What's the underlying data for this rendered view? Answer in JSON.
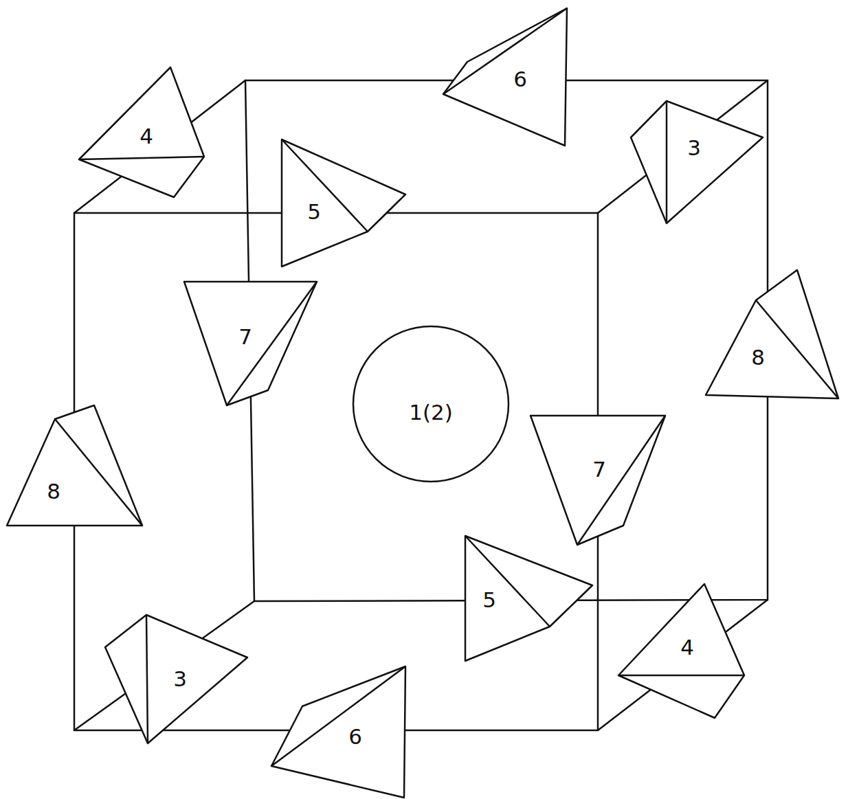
{
  "diagram": {
    "nodes": [
      {
        "text": [
          "6"
        ]
      },
      {
        "text": [
          "4"
        ]
      },
      {
        "text": [
          "3"
        ]
      },
      {
        "text": [
          "5"
        ]
      },
      {
        "text": [
          "7"
        ]
      },
      {
        "text": [
          "8"
        ]
      },
      {
        "text": [
          "1(2)"
        ]
      },
      {
        "text": [
          "7"
        ]
      },
      {
        "text": [
          "8"
        ]
      },
      {
        "text": [
          "5"
        ]
      },
      {
        "text": [
          "4"
        ]
      },
      {
        "text": [
          "3"
        ]
      },
      {
        "text": [
          "6"
        ]
      }
    ]
  }
}
